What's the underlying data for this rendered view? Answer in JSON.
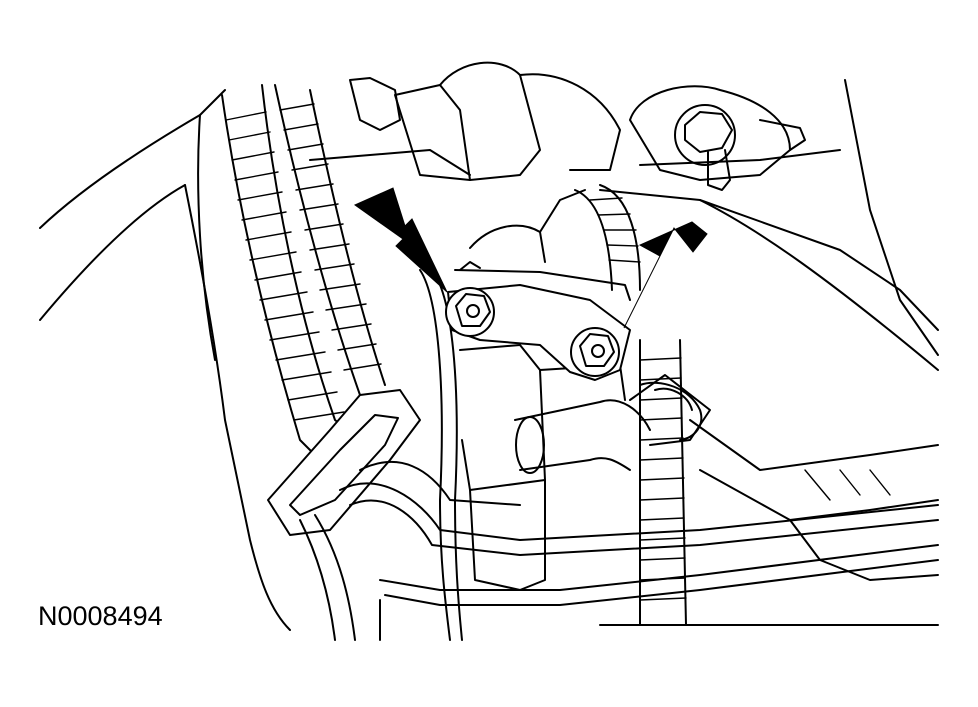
{
  "figure": {
    "id_label": "N0008494",
    "callouts": [
      {
        "name": "left-arrow",
        "points_to": "left-bracket-nut"
      },
      {
        "name": "right-arrow",
        "points_to": "right-bracket-nut"
      }
    ],
    "line_color": "#000000",
    "background": "#ffffff"
  }
}
